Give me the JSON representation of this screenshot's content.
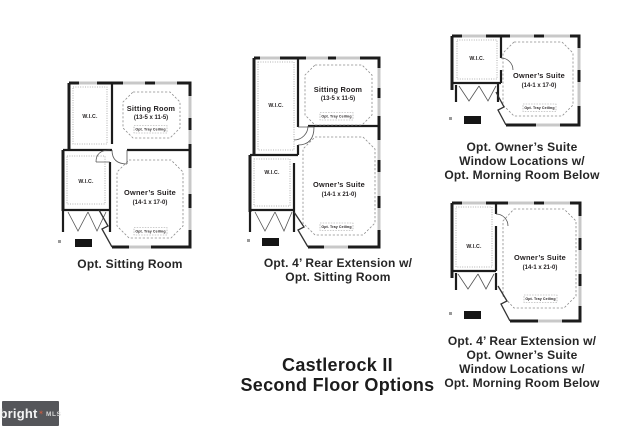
{
  "title": {
    "line1": "Castlerock II",
    "line2": "Second Floor Options"
  },
  "watermark": {
    "brand": "bright",
    "star": "✶",
    "mls": "MLS"
  },
  "colors": {
    "wall": "#1c1c1c",
    "window_segment": "#c8c8c8",
    "dashed_outline": "#8c8c8c",
    "text": "#231f20",
    "watermark_bg": "#55565a",
    "watermark_star": "#bf5b43"
  },
  "plans": [
    {
      "caption": [
        "Opt. Sitting Room"
      ],
      "rooms": {
        "wic_upper": "W.I.C.",
        "wic_lower": "W.I.C.",
        "sitting_name": "Sitting Room",
        "sitting_dims": "(13-5 x 11-5)",
        "sitting_note": "Opt. Tray Ceiling",
        "owner_name": "Owner’s Suite",
        "owner_dims": "(14-1 x 17-0)",
        "owner_note": "Opt. Tray Ceiling"
      }
    },
    {
      "caption": [
        "Opt. 4’ Rear Extension w/",
        "Opt. Sitting Room"
      ],
      "rooms": {
        "wic_upper": "W.I.C.",
        "wic_lower": "W.I.C.",
        "sitting_name": "Sitting Room",
        "sitting_dims": "(13-5 x 11-5)",
        "sitting_note": "Opt. Tray Ceiling",
        "owner_name": "Owner’s Suite",
        "owner_dims": "(14-1 x 21-0)",
        "owner_note": "Opt. Tray Ceiling"
      }
    },
    {
      "caption": [
        "Opt. Owner’s Suite",
        "Window Locations w/",
        "Opt. Morning Room Below"
      ],
      "rooms": {
        "wic": "W.I.C.",
        "owner_name": "Owner’s Suite",
        "owner_dims": "(14-1 x 17-0)",
        "owner_note": "Opt. Tray Ceiling"
      }
    },
    {
      "caption": [
        "Opt. 4’ Rear Extension w/",
        "Opt. Owner’s Suite",
        "Window Locations w/",
        "Opt. Morning Room Below"
      ],
      "rooms": {
        "wic": "W.I.C.",
        "owner_name": "Owner’s Suite",
        "owner_dims": "(14-1 x 21-0)",
        "owner_note": "Opt. Tray Ceiling"
      }
    }
  ]
}
